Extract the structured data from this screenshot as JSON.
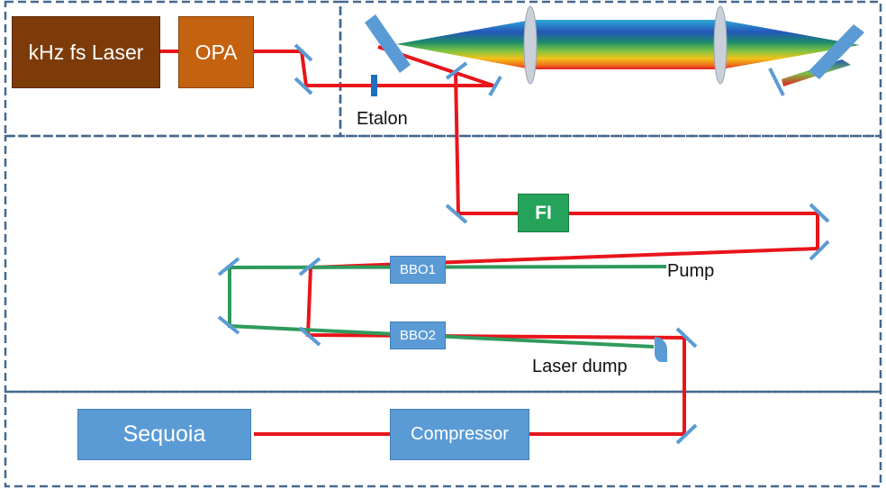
{
  "colors": {
    "frame": "#44698e",
    "beam_red": "#e8151b",
    "beam_green": "#2f9a5c",
    "mirror": "#5b9bd5",
    "laser_box": "#7d3b0a",
    "opa_box": "#c5620f",
    "fi_box": "#25a35a",
    "blue_box": "#5b9bd5",
    "etalon": "#1e6fbf"
  },
  "components": {
    "laser": "kHz fs Laser",
    "opa": "OPA",
    "fi": "FI",
    "bbo1": "BBO1",
    "bbo2": "BBO2",
    "sequoia": "Sequoia",
    "compressor": "Compressor"
  },
  "labels": {
    "etalon": "Etalon",
    "pump": "Pump",
    "laser_dump": "Laser dump"
  },
  "icons": {
    "mirror": "mirror-icon",
    "lens": "lens-icon",
    "etalon": "etalon-icon",
    "grating": "grating-icon",
    "beam_dump": "beam-dump-icon"
  }
}
